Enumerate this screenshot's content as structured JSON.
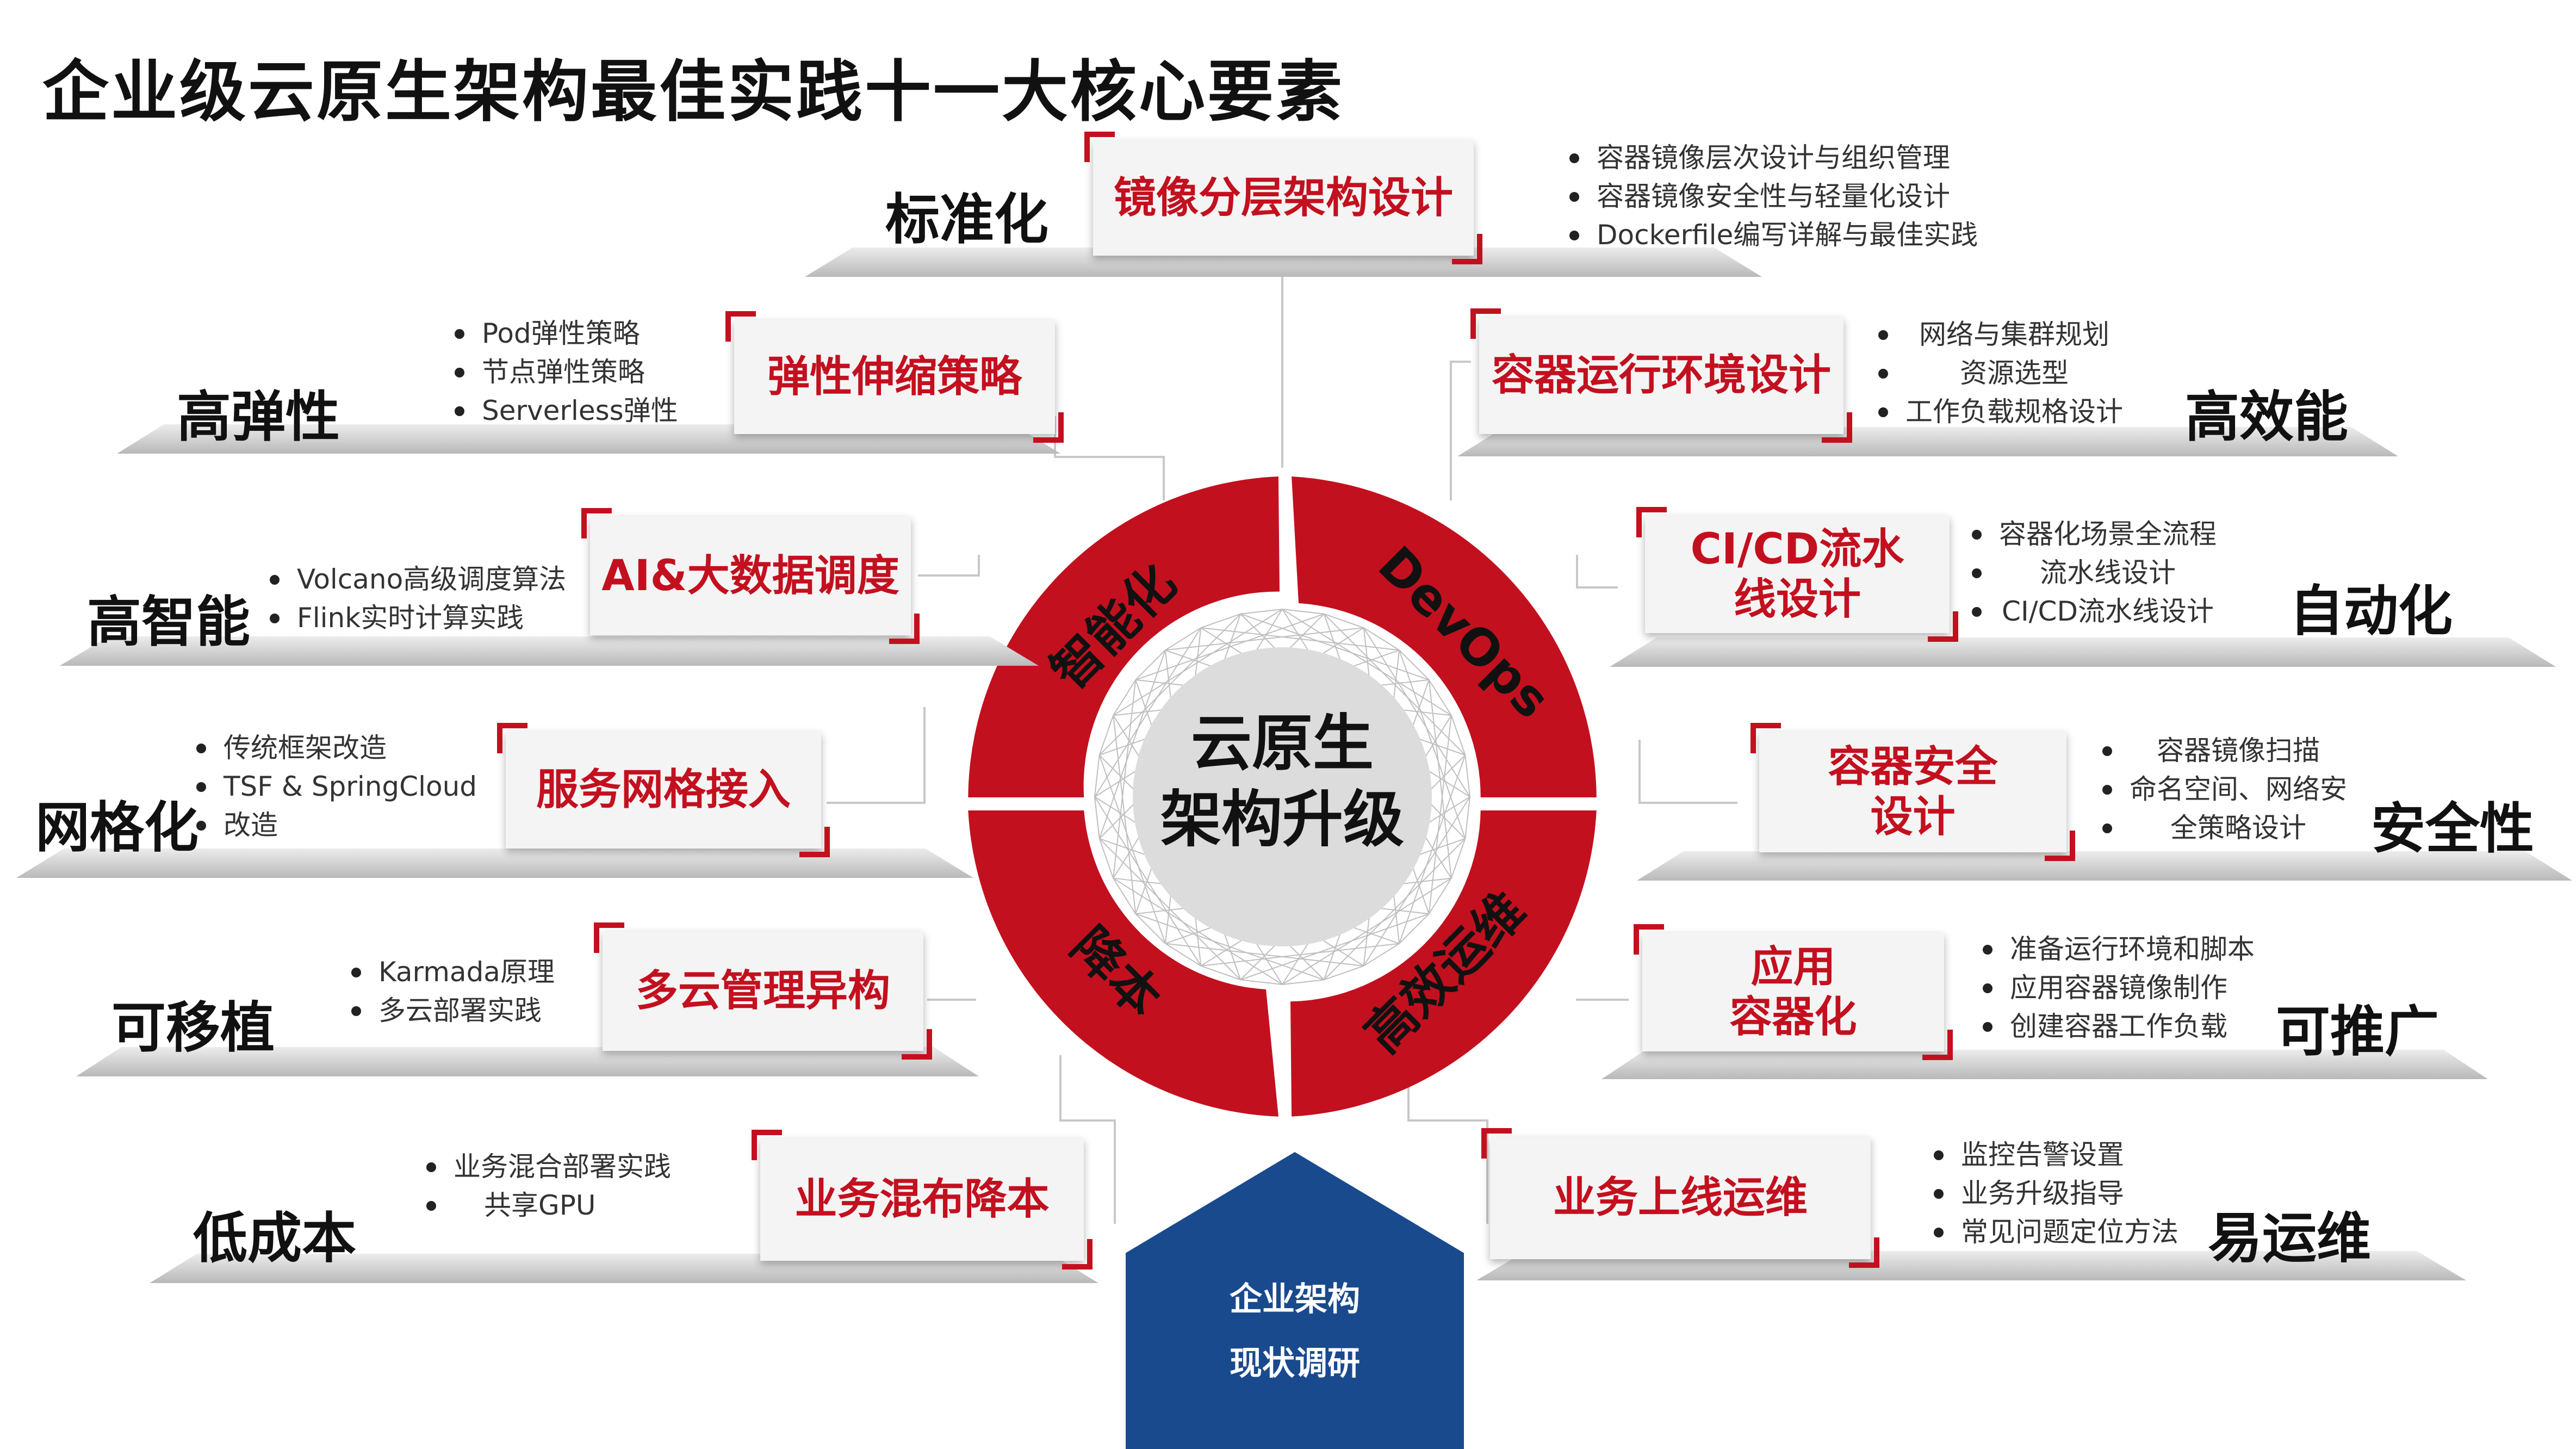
{
  "title": "企业级云原生架构最佳实践十一大核心要素",
  "center": {
    "core_line1": "云原生",
    "core_line2": "架构升级",
    "ring_segments": [
      "智能化",
      "DevOps",
      "高效运维",
      "降本"
    ]
  },
  "elements": [
    {
      "id": "standardization",
      "category": "标准化",
      "card": "镜像分层架构设计",
      "bullets": [
        "容器镜像层次设计与组织管理",
        "容器镜像安全性与轻量化设计",
        "Dockerfile编写详解与最佳实践"
      ]
    },
    {
      "id": "elasticity",
      "category": "高弹性",
      "card": "弹性伸缩策略",
      "bullets": [
        "Pod弹性策略",
        "节点弹性策略",
        "Serverless弹性"
      ]
    },
    {
      "id": "efficiency",
      "category": "高效能",
      "card": "容器运行环境设计",
      "bullets": [
        "网络与集群规划",
        "资源选型",
        "工作负载规格设计"
      ]
    },
    {
      "id": "intelligence",
      "category": "高智能",
      "card": "AI&大数据调度",
      "bullets": [
        "Volcano高级调度算法",
        "Flink实时计算实践"
      ]
    },
    {
      "id": "automation",
      "category": "自动化",
      "card_line1": "CI/CD流水",
      "card_line2": "线设计",
      "bullets": [
        "容器化场景全流程",
        "CI/CD流水线设计"
      ],
      "bullet1_cont": "流水线设计"
    },
    {
      "id": "mesh",
      "category": "网格化",
      "card": "服务网格接入",
      "bullets": [
        "传统框架改造",
        "TSF & SpringCloud"
      ],
      "bullet2_cont": "改造"
    },
    {
      "id": "security",
      "category": "安全性",
      "card_line1": "容器安全",
      "card_line2": "设计",
      "bullets": [
        "容器镜像扫描",
        "命名空间、网络安"
      ],
      "bullet2_cont": "全策略设计"
    },
    {
      "id": "portability",
      "category": "可移植",
      "card": "多云管理异构",
      "bullets": [
        "Karmada原理",
        "多云部署实践"
      ]
    },
    {
      "id": "promotion",
      "category": "可推广",
      "card_line1": "应用",
      "card_line2": "容器化",
      "bullets": [
        "准备运行环境和脚本",
        "应用容器镜像制作",
        "创建容器工作负载"
      ]
    },
    {
      "id": "low_cost",
      "category": "低成本",
      "card": "业务混布降本",
      "bullets": [
        "业务混合部署实践",
        "共享GPU"
      ]
    },
    {
      "id": "operability",
      "category": "易运维",
      "card": "业务上线运维",
      "bullets": [
        "监控告警设置",
        "业务升级指导",
        "常见问题定位方法"
      ]
    }
  ],
  "foundation": {
    "line1": "企业架构",
    "line2": "现状调研"
  },
  "colors": {
    "accent_red": "#c3101f",
    "foundation_blue": "#1a4a8e",
    "text_dark": "#111111"
  }
}
